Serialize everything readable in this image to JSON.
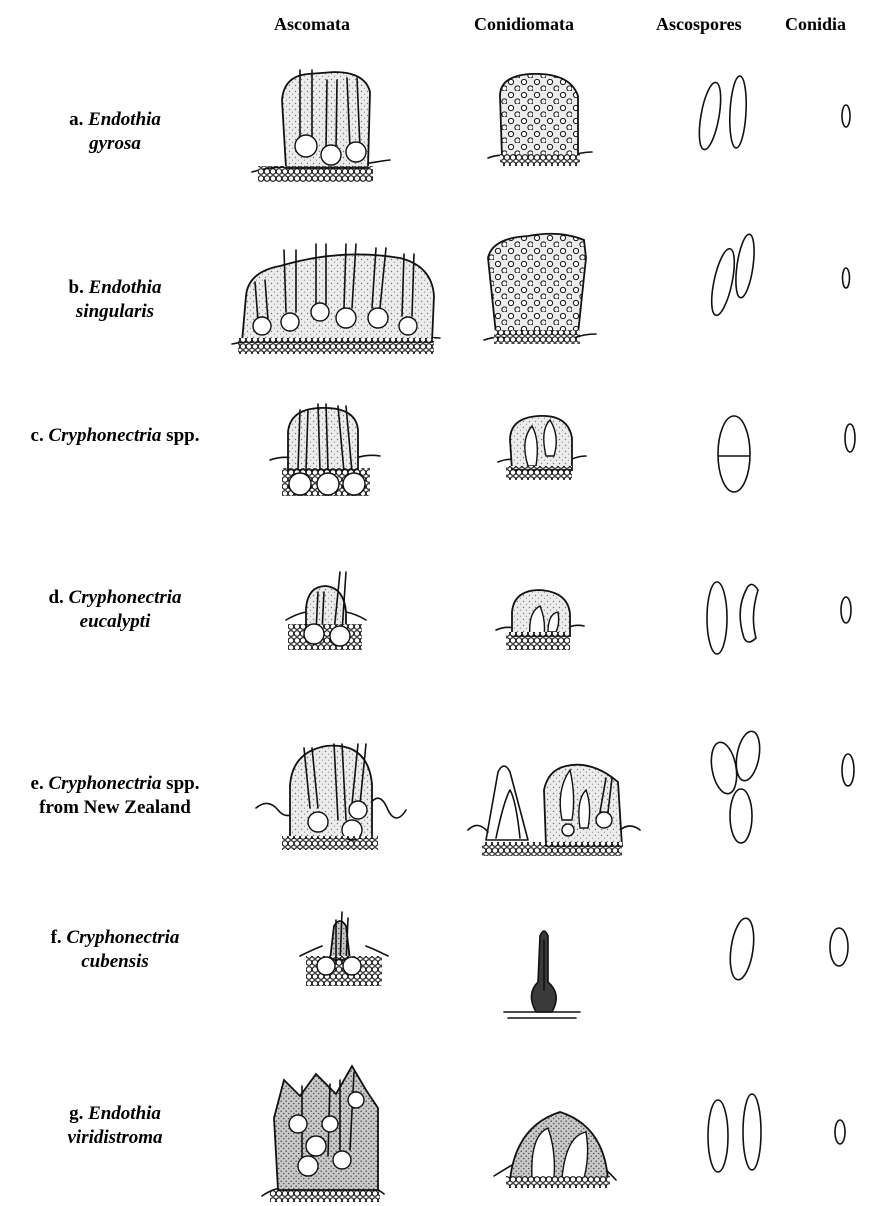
{
  "headers": {
    "ascomata": "Ascomata",
    "conidiomata": "Conidiomata",
    "ascospores": "Ascospores",
    "conidia": "Conidia"
  },
  "rows": [
    {
      "id": "a",
      "prefix": "a.",
      "line1": "Endothia",
      "line2": "gyrosa",
      "suffix1": "",
      "suffix2": ""
    },
    {
      "id": "b",
      "prefix": "b.",
      "line1": "Endothia",
      "line2": "singularis",
      "suffix1": "",
      "suffix2": ""
    },
    {
      "id": "c",
      "prefix": "c.",
      "line1": "Cryphonectria",
      "line2": "",
      "suffix1": "spp.",
      "suffix2": ""
    },
    {
      "id": "d",
      "prefix": "d.",
      "line1": "Cryphonectria",
      "line2": "eucalypti",
      "suffix1": "",
      "suffix2": ""
    },
    {
      "id": "e",
      "prefix": "e.",
      "line1": "Cryphonectria",
      "line2": "",
      "suffix1": "spp.",
      "suffix2": "from New Zealand"
    },
    {
      "id": "f",
      "prefix": "f.",
      "line1": "Cryphonectria",
      "line2": "cubensis",
      "suffix1": "",
      "suffix2": ""
    },
    {
      "id": "g",
      "prefix": "g.",
      "line1": "Endothia",
      "line2": "viridistroma",
      "suffix1": "",
      "suffix2": ""
    }
  ],
  "colors": {
    "ink": "#111111",
    "stroma": "#e3e3e3",
    "stroma_dark": "#b5b5b5",
    "background": "#ffffff"
  }
}
